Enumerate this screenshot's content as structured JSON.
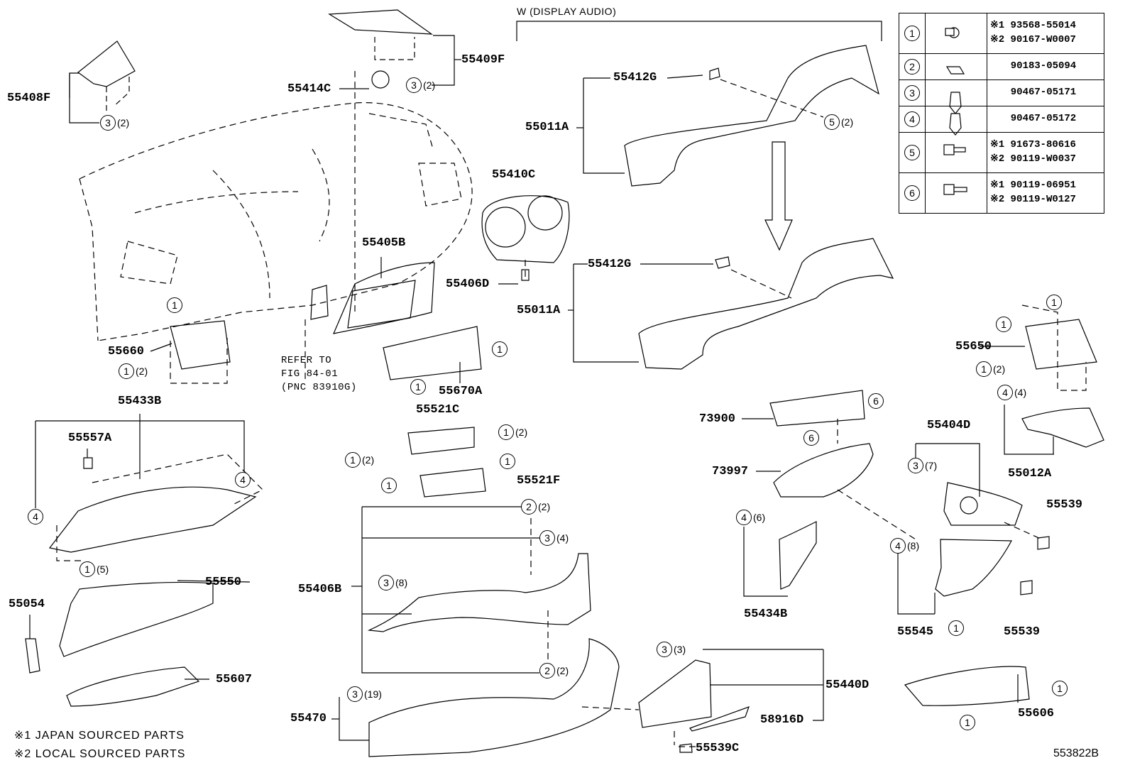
{
  "header": {
    "variant_label": "W (DISPLAY AUDIO)"
  },
  "legend": [
    {
      "key": "1",
      "icon": "bolt-washer-icon",
      "lines": [
        "※1 93568-55014",
        "※2 90167-W0007"
      ]
    },
    {
      "key": "2",
      "icon": "clip-nut-icon",
      "lines": [
        "90183-05094"
      ]
    },
    {
      "key": "3",
      "icon": "push-clip-icon",
      "lines": [
        "90467-05171"
      ]
    },
    {
      "key": "4",
      "icon": "push-clip-icon",
      "lines": [
        "90467-05172"
      ]
    },
    {
      "key": "5",
      "icon": "flange-bolt-icon",
      "lines": [
        "※1 91673-80616",
        "※2 90119-W0037"
      ]
    },
    {
      "key": "6",
      "icon": "flange-bolt-icon",
      "lines": [
        "※1 90119-06951",
        "※2 90119-W0127"
      ]
    }
  ],
  "part_labels": {
    "p55408F": "55408F",
    "p55409F": "55409F",
    "p55414C": "55414C",
    "p55412G_top": "55412G",
    "p55011A_top": "55011A",
    "p55410C": "55410C",
    "p55405B": "55405B",
    "p55406D": "55406D",
    "p55412G_bot": "55412G",
    "p55011A_bot": "55011A",
    "p55660": "55660",
    "p55670A": "55670A",
    "p55650": "55650",
    "p55433B": "55433B",
    "p55557A": "55557A",
    "p55521C": "55521C",
    "p55521F": "55521F",
    "p73900": "73900",
    "p73997": "73997",
    "p55404D": "55404D",
    "p55012A": "55012A",
    "p55539_a": "55539",
    "p55539_b": "55539",
    "p55545": "55545",
    "p55434B": "55434B",
    "p55550": "55550",
    "p55054": "55054",
    "p55607": "55607",
    "p55406B": "55406B",
    "p55470": "55470",
    "p55440D": "55440D",
    "p58916D": "58916D",
    "p55539C": "55539C",
    "p55606": "55606"
  },
  "reference": {
    "text": "REFER TO\nFIG 84-01\n(PNC 83910G)"
  },
  "callouts": [
    {
      "key": "3",
      "qty": "(2)"
    },
    {
      "key": "3",
      "qty": "(2)"
    },
    {
      "key": "5",
      "qty": "(2)"
    },
    {
      "key": "1",
      "qty": ""
    },
    {
      "key": "1",
      "qty": "(2)"
    },
    {
      "key": "1",
      "qty": ""
    },
    {
      "key": "1",
      "qty": ""
    },
    {
      "key": "1",
      "qty": ""
    },
    {
      "key": "1",
      "qty": ""
    },
    {
      "key": "1",
      "qty": "(2)"
    },
    {
      "key": "1",
      "qty": "(2)"
    },
    {
      "key": "1",
      "qty": "(2)"
    },
    {
      "key": "1",
      "qty": ""
    },
    {
      "key": "1",
      "qty": ""
    },
    {
      "key": "6",
      "qty": ""
    },
    {
      "key": "6",
      "qty": ""
    },
    {
      "key": "4",
      "qty": ""
    },
    {
      "key": "4",
      "qty": ""
    },
    {
      "key": "1",
      "qty": "(5)"
    },
    {
      "key": "2",
      "qty": "(2)"
    },
    {
      "key": "3",
      "qty": "(4)"
    },
    {
      "key": "3",
      "qty": "(8)"
    },
    {
      "key": "2",
      "qty": "(2)"
    },
    {
      "key": "3",
      "qty": "(19)"
    },
    {
      "key": "3",
      "qty": "(3)"
    },
    {
      "key": "3",
      "qty": "(7)"
    },
    {
      "key": "4",
      "qty": "(4)"
    },
    {
      "key": "4",
      "qty": "(6)"
    },
    {
      "key": "4",
      "qty": "(8)"
    },
    {
      "key": "1",
      "qty": ""
    },
    {
      "key": "1",
      "qty": ""
    },
    {
      "key": "1",
      "qty": ""
    }
  ],
  "notes": [
    "※1 JAPAN SOURCED PARTS",
    "※2 LOCAL SOURCED PARTS"
  ],
  "drawing_number": "553822B"
}
